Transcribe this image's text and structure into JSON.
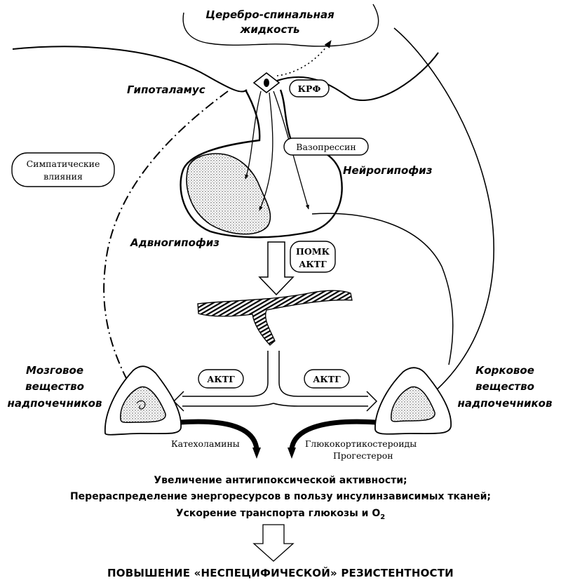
{
  "labels": {
    "csf_line1": "Церебро-спинальная",
    "csf_line2": "жидкость",
    "hypothalamus": "Гипоталамус",
    "crf": "КРФ",
    "vasopressin": "Вазопрессин",
    "sympathetic_line1": "Симпатические",
    "sympathetic_line2": "влияния",
    "neurohypophysis": "Нейрогипофиз",
    "adenohypophysis": "Адвногипофиз",
    "pomc_line1": "ПОМК",
    "pomc_line2": "АКТГ",
    "acth_left": "АКТГ",
    "acth_right": "АКТГ",
    "medulla_line1": "Мозговое",
    "medulla_line2": "вещество",
    "medulla_line3": "надпочечников",
    "cortex_line1": "Корковое",
    "cortex_line2": "вещество",
    "cortex_line3": "надпочечников",
    "catecholamines": "Катехоламины",
    "glucocorticoids": "Глюкокортикостероиды",
    "progesterone": "Прогестерон"
  },
  "effects": {
    "line1": "Увеличение антигипоксической активности;",
    "line2": "Перераспределение энергоресурсов в пользу инсулинзависимых тканей;",
    "line3_prefix": "Ускорение транспорта глюкозы и O",
    "line3_sub": "2"
  },
  "result": "ПОВЫШЕНИЕ «НЕСПЕЦИФИЧЕСКОЙ» РЕЗИСТЕНТНОСТИ"
}
